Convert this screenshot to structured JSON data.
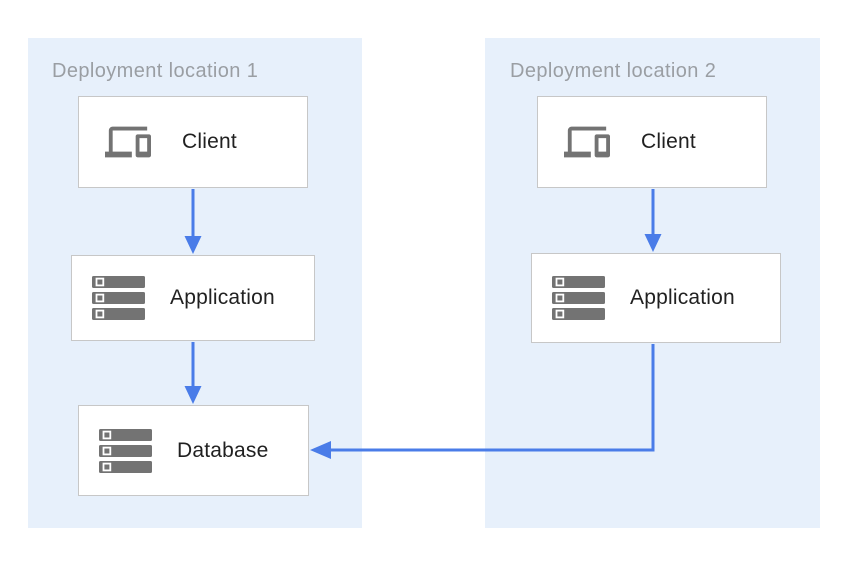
{
  "panels": [
    {
      "title": "Deployment location 1",
      "nodes": [
        {
          "id": "client-1",
          "label": "Client",
          "icon": "devices-icon"
        },
        {
          "id": "application-1",
          "label": "Application",
          "icon": "storage-icon"
        },
        {
          "id": "database-1",
          "label": "Database",
          "icon": "storage-icon"
        }
      ]
    },
    {
      "title": "Deployment location 2",
      "nodes": [
        {
          "id": "client-2",
          "label": "Client",
          "icon": "devices-icon"
        },
        {
          "id": "application-2",
          "label": "Application",
          "icon": "storage-icon"
        }
      ]
    }
  ],
  "edges": [
    {
      "from": "client-1",
      "to": "application-1",
      "shape": "straight-down"
    },
    {
      "from": "application-1",
      "to": "database-1",
      "shape": "straight-down"
    },
    {
      "from": "client-2",
      "to": "application-2",
      "shape": "straight-down"
    },
    {
      "from": "application-2",
      "to": "database-1",
      "shape": "elbow-down-left"
    }
  ],
  "colors": {
    "panel_bg": "#E7F0FB",
    "box_bg": "#FFFFFF",
    "box_border": "#C7C7C7",
    "icon": "#737373",
    "arrow": "#4A7CE8",
    "panel_title": "#9A9EA3",
    "label": "#212121"
  }
}
